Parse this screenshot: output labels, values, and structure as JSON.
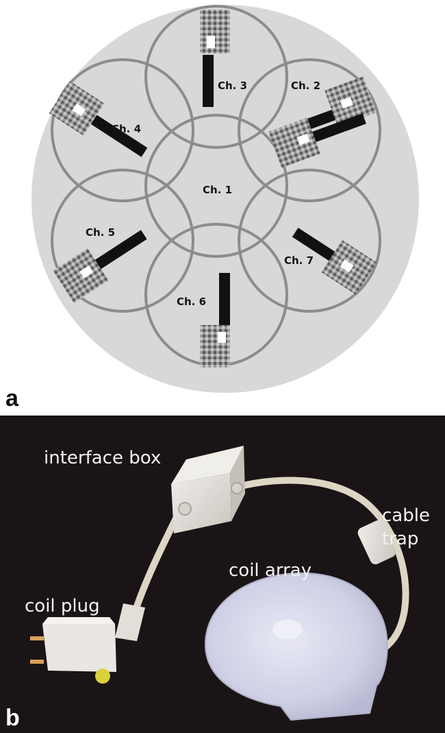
{
  "panel_a": {
    "letter": "a",
    "channels": [
      {
        "id": "ch1",
        "label": "Ch. 1"
      },
      {
        "id": "ch2",
        "label": "Ch. 2"
      },
      {
        "id": "ch3",
        "label": "Ch. 3"
      },
      {
        "id": "ch4",
        "label": "Ch. 4"
      },
      {
        "id": "ch5",
        "label": "Ch. 5"
      },
      {
        "id": "ch6",
        "label": "Ch. 6"
      },
      {
        "id": "ch7",
        "label": "Ch. 7"
      }
    ]
  },
  "panel_b": {
    "letter": "b",
    "labels": {
      "interface_box": "interface box",
      "coil_plug": "coil plug",
      "coil_array": "coil array",
      "cable_trap_line1": "cable",
      "cable_trap_line2": "trap"
    }
  },
  "colors": {
    "disk": "#d8d8d8",
    "loop": "#8c8c8c",
    "trace": "#111111",
    "photo_bg": "#1b1416",
    "plastic": "#e4e1dc",
    "cable": "#ddd6c4",
    "array": "#dcdcee",
    "plug_tip": "#d9d23a"
  }
}
